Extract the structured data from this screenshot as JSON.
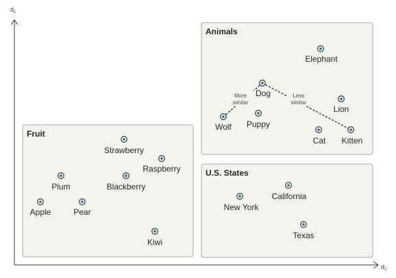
{
  "axes": {
    "y_label": "d",
    "y_sub": "1",
    "x_label": "d",
    "x_sub": "2"
  },
  "groups": {
    "fruit": {
      "title": "Fruit",
      "items": {
        "strawberry": "Strawberry",
        "raspberry": "Raspberry",
        "plum": "Plum",
        "blackberry": "Blackberry",
        "apple": "Apple",
        "pear": "Pear",
        "kiwi": "Kiwi"
      }
    },
    "animals": {
      "title": "Animals",
      "items": {
        "elephant": "Elephant",
        "dog": "Dog",
        "lion": "Lion",
        "wolf": "Wolf",
        "puppy": "Puppy",
        "cat": "Cat",
        "kitten": "Kitten"
      },
      "annotations": {
        "more_similar_1": "More",
        "more_similar_2": "similar",
        "less_similar_1": "Less",
        "less_similar_2": "similar"
      }
    },
    "states": {
      "title": "U.S. States",
      "items": {
        "new_york": "New York",
        "california": "California",
        "texas": "Texas"
      }
    }
  },
  "colors": {
    "box_fill": "#f4f4ef",
    "box_stroke": "#a9a9a3",
    "point": "#3a5a63"
  }
}
